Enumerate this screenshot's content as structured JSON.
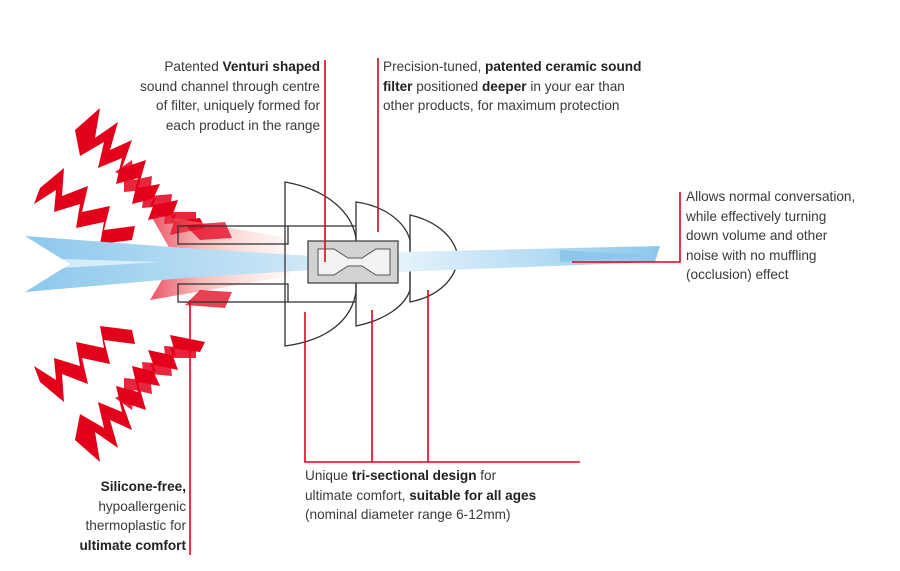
{
  "colors": {
    "callout_line": "#e3001b",
    "sound_wave_red": "#e3001b",
    "sound_wave_pink": "#f4b6ae",
    "sound_channel_blue": "#9fd0ee",
    "outline": "#333333",
    "filter_fill": "#cfcfcf"
  },
  "callouts": {
    "venturi": {
      "line1_pre": "Patented ",
      "line1_bold": "Venturi shaped",
      "line2": "sound channel through centre",
      "line3": "of filter, uniquely formed for",
      "line4": "each product in the range"
    },
    "ceramic": {
      "line1_pre": "Precision-tuned, ",
      "line1_bold": "patented ceramic sound",
      "line2_bold": "filter",
      "line2_mid": " positioned ",
      "line2_bold2": "deeper",
      "line2_post": " in your ear than",
      "line3": "other products, for maximum protection"
    },
    "conversation": {
      "line1": "Allows normal conversation,",
      "line2": "while effectively turning",
      "line3": "down volume and other",
      "line4": "noise with no muffling",
      "line5": "(occlusion) effect"
    },
    "tri_sectional": {
      "line1_pre": "Unique ",
      "line1_bold": "tri-sectional design",
      "line1_post": " for",
      "line2_pre": "ultimate comfort, ",
      "line2_bold": "suitable for all ages",
      "line3": "(nominal diameter range 6-12mm)"
    },
    "silicone": {
      "line1_bold": "Silicone-free,",
      "line2": "hypoallergenic",
      "line3": "thermoplastic for",
      "line4_bold": "ultimate comfort"
    }
  }
}
